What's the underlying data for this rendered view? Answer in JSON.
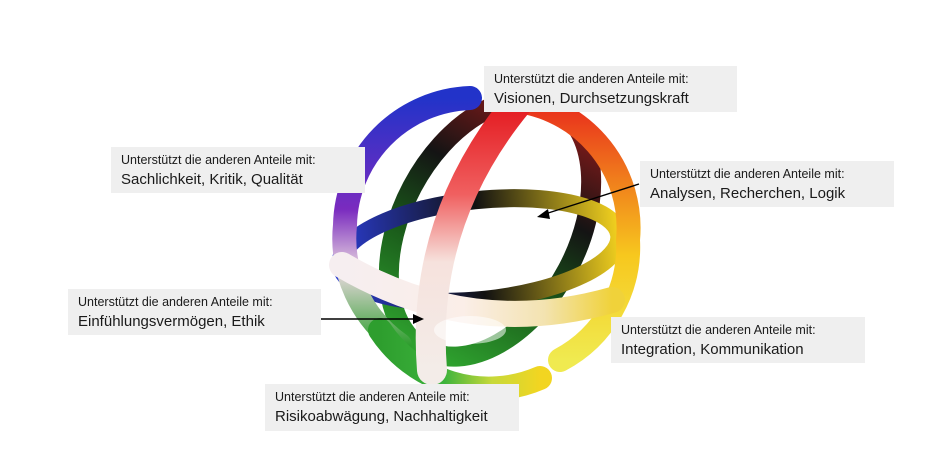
{
  "sphere": {
    "ring_colors": [
      "#e21a1a",
      "#f7d51d",
      "#2e9e2e",
      "#2a3ccf",
      "#8a2bbf",
      "#1a1a1a",
      "#f1e8e4"
    ]
  },
  "callouts": [
    {
      "id": "visionen",
      "prefix": "Unterstützt die anderen Anteile mit:",
      "text": "Visionen, Durchsetzungskraft"
    },
    {
      "id": "sachlich",
      "prefix": "Unterstützt die anderen Anteile mit:",
      "text": "Sachlichkeit, Kritik, Qualität"
    },
    {
      "id": "analysen",
      "prefix": "Unterstützt die anderen Anteile mit:",
      "text": "Analysen, Recherchen, Logik"
    },
    {
      "id": "einfuehl",
      "prefix": "Unterstützt die anderen Anteile mit:",
      "text": "Einfühlungsvermögen, Ethik"
    },
    {
      "id": "integration",
      "prefix": "Unterstützt die anderen Anteile mit:",
      "text": "Integration, Kommunikation"
    },
    {
      "id": "risiko",
      "prefix": "Unterstützt die anderen Anteile mit:",
      "text": "Risikoabwägung, Nachhaltigkeit"
    }
  ]
}
